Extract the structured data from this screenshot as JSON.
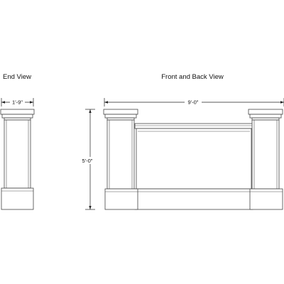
{
  "views": {
    "end_view": {
      "title": "End View",
      "width_dim": "1'-9\""
    },
    "front_back_view": {
      "title": "Front and Back View",
      "length_dim": "9'-0\"",
      "height_dim": "5'-0\""
    }
  },
  "colors": {
    "line": "#444444",
    "text": "#111111",
    "background": "#ffffff"
  }
}
